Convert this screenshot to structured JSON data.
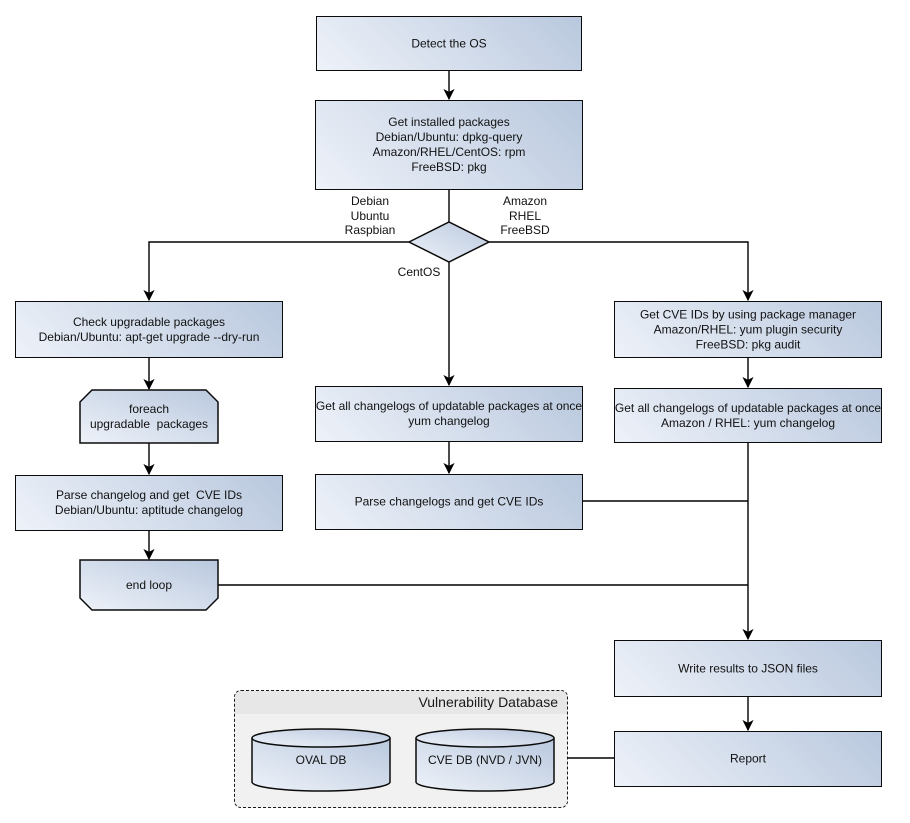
{
  "palette": {
    "node_fill_light": "#eef2f9",
    "node_fill_dark": "#b9c8de",
    "node_border": "#0b0b0b",
    "connector": "#000000",
    "db_frame_bg": "#f1f1f1",
    "db_frame_header_bg": "#e7e7e7",
    "text": "#111111"
  },
  "nodes": {
    "detect_os": {
      "label": "Detect the OS"
    },
    "get_installed_packages": {
      "label": "Get installed packages\nDebian/Ubuntu: dpkg-query\nAmazon/RHEL/CentOS: rpm\nFreeBSD: pkg"
    },
    "check_upgradable": {
      "label": "Check upgradable packages\nDebian/Ubuntu: apt-get upgrade --dry-run"
    },
    "foreach_loop": {
      "label": "foreach\nupgradable  packages"
    },
    "parse_changelog_deb": {
      "label": "Parse changelog and get  CVE IDs\nDebian/Ubuntu: aptitude changelog"
    },
    "end_loop": {
      "label": "end loop"
    },
    "get_changelogs_centos": {
      "label": "Get all changelogs of updatable packages at once\nyum changelog"
    },
    "parse_changelogs_centos": {
      "label": "Parse changelogs and get CVE IDs"
    },
    "get_cve_ids_pkg_manager": {
      "label": "Get CVE IDs by using package manager\nAmazon/RHEL: yum plugin security\nFreeBSD: pkg audit"
    },
    "get_changelogs_amazon": {
      "label": "Get all changelogs of updatable packages at once\nAmazon / RHEL: yum changelog"
    },
    "write_json": {
      "label": "Write results to JSON files"
    },
    "report": {
      "label": "Report"
    }
  },
  "branch_labels": {
    "debian": "Debian\nUbuntu\nRaspbian",
    "amazon": "Amazon\nRHEL\nFreeBSD",
    "centos": "CentOS"
  },
  "database": {
    "title": "Vulnerability Database",
    "oval_db": "OVAL DB",
    "cve_db": "CVE DB (NVD / JVN)"
  }
}
